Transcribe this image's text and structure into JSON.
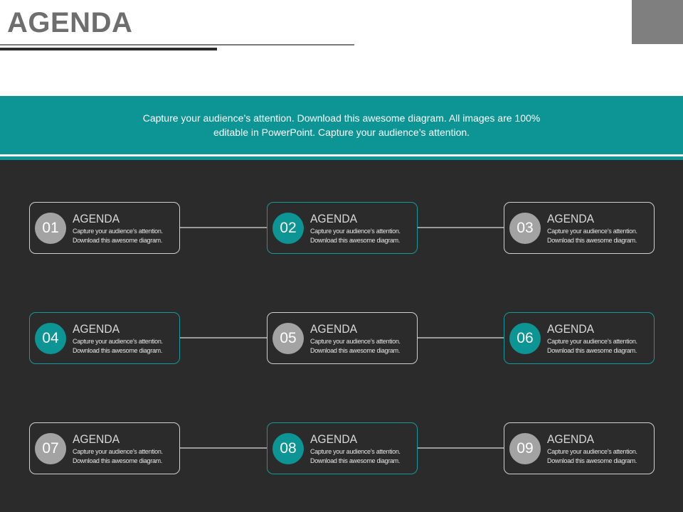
{
  "title": "AGENDA",
  "banner": {
    "text": "Capture your audience’s attention. Download this awesome diagram. All images are 100% editable in PowerPoint. Capture your audience’s attention."
  },
  "colors": {
    "accent": "#0d9494",
    "dark_bg": "#2b2b2b",
    "gray_badge": "#a3a3a3"
  },
  "items": [
    {
      "number": "01",
      "heading": "AGENDA",
      "description": "Capture your audience’s attention. Download this awesome diagram.",
      "style": "gray"
    },
    {
      "number": "02",
      "heading": "AGENDA",
      "description": "Capture your audience’s attention. Download this awesome diagram.",
      "style": "teal"
    },
    {
      "number": "03",
      "heading": "AGENDA",
      "description": "Capture your audience’s attention. Download this awesome diagram.",
      "style": "gray"
    },
    {
      "number": "04",
      "heading": "AGENDA",
      "description": "Capture your audience’s attention. Download this awesome diagram.",
      "style": "teal"
    },
    {
      "number": "05",
      "heading": "AGENDA",
      "description": "Capture your audience’s attention. Download this awesome diagram.",
      "style": "gray"
    },
    {
      "number": "06",
      "heading": "AGENDA",
      "description": "Capture your audience’s attention. Download this awesome diagram.",
      "style": "teal"
    },
    {
      "number": "07",
      "heading": "AGENDA",
      "description": "Capture your audience’s attention. Download this awesome diagram.",
      "style": "gray"
    },
    {
      "number": "08",
      "heading": "AGENDA",
      "description": "Capture your audience’s attention. Download this awesome diagram.",
      "style": "teal"
    },
    {
      "number": "09",
      "heading": "AGENDA",
      "description": "Capture your audience’s attention. Download this awesome diagram.",
      "style": "gray"
    }
  ]
}
